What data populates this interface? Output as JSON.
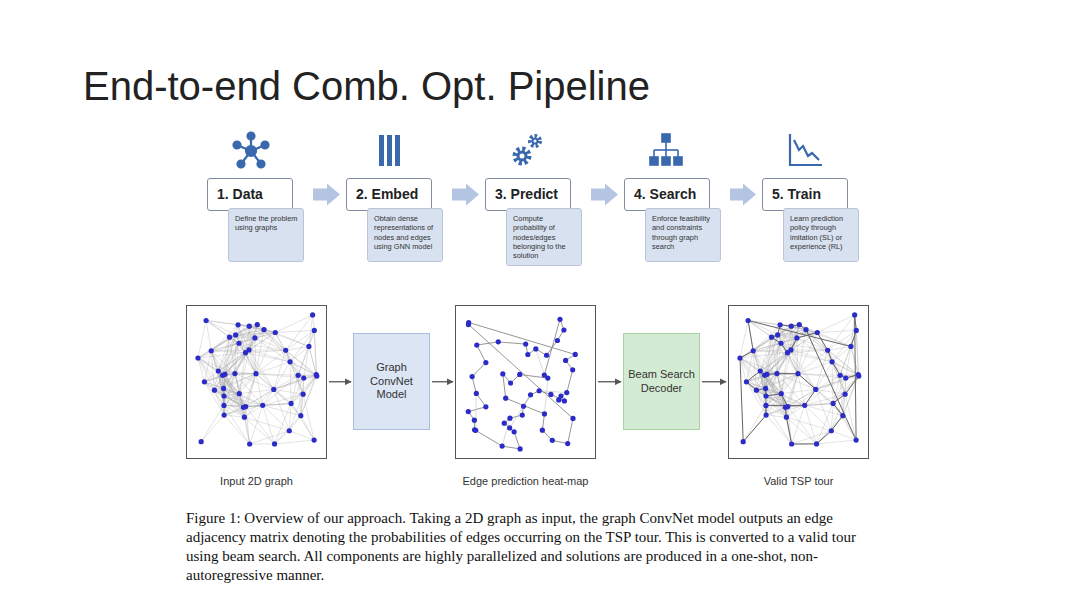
{
  "diagram": {
    "title": "End-to-end Comb. Opt. Pipeline",
    "caption": "Figure 1: Overview of our approach. Taking a 2D graph as input, the graph ConvNet model outputs an edge adjacency matrix denoting the probabilities of edges occurring on the TSP tour. This is converted to a valid tour using beam search. All components are highly parallelized and solutions are produced in a one-shot, non-autoregressive manner.",
    "nodes": [
      {
        "text": [
          "1. Data",
          "Define the problem using graphs"
        ]
      },
      {
        "text": [
          "2. Embed",
          "Obtain dense representations of nodes and edges using GNN model"
        ]
      },
      {
        "text": [
          "3. Predict",
          "Compute probability of nodes/edges belonging to the solution"
        ]
      },
      {
        "text": [
          "4. Search",
          "Enforce feasibility and constraints through graph search"
        ]
      },
      {
        "text": [
          "5. Train",
          "Learn prediction policy through imitation (SL) or experience (RL)"
        ]
      },
      {
        "text": [
          "Input 2D graph"
        ]
      },
      {
        "text": [
          "Graph ConvNet Model"
        ]
      },
      {
        "text": [
          "Edge prediction heat-map"
        ]
      },
      {
        "text": [
          "Beam Search Decoder"
        ]
      },
      {
        "text": [
          "Valid TSP tour"
        ]
      }
    ],
    "edges": [
      {
        "from": 0,
        "to": 1,
        "arrow": "to"
      },
      {
        "from": 1,
        "to": 2,
        "arrow": "to"
      },
      {
        "from": 2,
        "to": 3,
        "arrow": "to"
      },
      {
        "from": 3,
        "to": 4,
        "arrow": "to"
      },
      {
        "from": 5,
        "to": 6,
        "arrow": "to"
      },
      {
        "from": 6,
        "to": 7,
        "arrow": "to"
      },
      {
        "from": 7,
        "to": 8,
        "arrow": "to"
      },
      {
        "from": 8,
        "to": 9,
        "arrow": "to"
      }
    ]
  }
}
